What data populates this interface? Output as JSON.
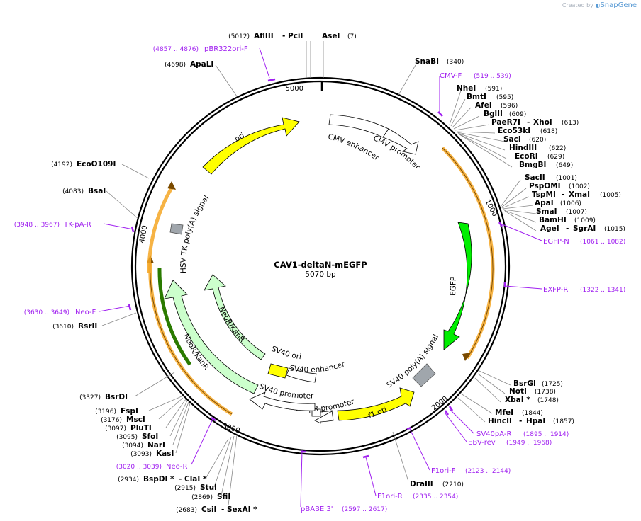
{
  "credit": {
    "prefix": "Created by",
    "brand": "SnapGene"
  },
  "plasmid": {
    "name": "CAV1-deltaN-mEGFP",
    "size_label": "5070 bp",
    "length": 5070
  },
  "ticks": [
    "1000",
    "2000",
    "3000",
    "4000",
    "5000"
  ],
  "enzymes": [
    {
      "name": "AflIII",
      "name2": "PciI",
      "pos": "(5012)"
    },
    {
      "name": "AseI",
      "pos": "(7)"
    },
    {
      "name": "SnaBI",
      "pos": "(340)"
    },
    {
      "name": "NheI",
      "pos": "(591)"
    },
    {
      "name": "BmtI",
      "pos": "(595)"
    },
    {
      "name": "AfeI",
      "pos": "(596)"
    },
    {
      "name": "BglII",
      "pos": "(609)"
    },
    {
      "name": "PaeR7I",
      "name2": "XhoI",
      "pos": "(613)"
    },
    {
      "name": "Eco53kI",
      "pos": "(618)"
    },
    {
      "name": "SacI",
      "pos": "(620)"
    },
    {
      "name": "HindIII",
      "pos": "(622)"
    },
    {
      "name": "EcoRI",
      "pos": "(629)"
    },
    {
      "name": "BmgBI",
      "pos": "(649)"
    },
    {
      "name": "SacII",
      "pos": "(1001)"
    },
    {
      "name": "PspOMI",
      "pos": "(1002)"
    },
    {
      "name": "TspMI",
      "name2": "XmaI",
      "pos": "(1005)"
    },
    {
      "name": "ApaI",
      "pos": "(1006)"
    },
    {
      "name": "SmaI",
      "pos": "(1007)"
    },
    {
      "name": "BamHI",
      "pos": "(1009)"
    },
    {
      "name": "AgeI",
      "name2": "SgrAI",
      "pos": "(1015)"
    },
    {
      "name": "BsrGI",
      "pos": "(1725)"
    },
    {
      "name": "NotI",
      "pos": "(1738)"
    },
    {
      "name": "XbaI *",
      "pos": "(1748)"
    },
    {
      "name": "MfeI",
      "pos": "(1844)"
    },
    {
      "name": "HincII",
      "name2": "HpaI",
      "pos": "(1857)"
    },
    {
      "name": "DraIII",
      "pos": "(2210)"
    },
    {
      "name": "CsiI",
      "name2": "SexAI *",
      "pos": "(2683)"
    },
    {
      "name": "SfiI",
      "pos": "(2869)"
    },
    {
      "name": "StuI",
      "pos": "(2915)"
    },
    {
      "name": "BspDI *",
      "name2": "ClaI *",
      "pos": "(2934)"
    },
    {
      "name": "KasI",
      "pos": "(3093)"
    },
    {
      "name": "NarI",
      "pos": "(3094)"
    },
    {
      "name": "SfoI",
      "pos": "(3095)"
    },
    {
      "name": "PluTI",
      "pos": "(3097)"
    },
    {
      "name": "MscI",
      "pos": "(3176)"
    },
    {
      "name": "FspI",
      "pos": "(3196)"
    },
    {
      "name": "BsrDI",
      "pos": "(3327)"
    },
    {
      "name": "RsrII",
      "pos": "(3610)"
    },
    {
      "name": "BsaI",
      "pos": "(4083)"
    },
    {
      "name": "EcoO109I",
      "pos": "(4192)"
    },
    {
      "name": "ApaLI",
      "pos": "(4698)"
    }
  ],
  "primers": [
    {
      "name": "pBR322ori-F",
      "range": "(4857 .. 4876)"
    },
    {
      "name": "CMV-F",
      "range": "(519 .. 539)"
    },
    {
      "name": "EGFP-N",
      "range": "(1061 .. 1082)"
    },
    {
      "name": "EXFP-R",
      "range": "(1322 .. 1341)"
    },
    {
      "name": "SV40pA-R",
      "range": "(1895 .. 1914)"
    },
    {
      "name": "EBV-rev",
      "range": "(1949 .. 1968)"
    },
    {
      "name": "F1ori-F",
      "range": "(2123 .. 2144)"
    },
    {
      "name": "F1ori-R",
      "range": "(2335 .. 2354)"
    },
    {
      "name": "pBABE 3'",
      "range": "(2597 .. 2617)"
    },
    {
      "name": "Neo-R",
      "range": "(3020 .. 3039)"
    },
    {
      "name": "Neo-F",
      "range": "(3630 .. 3649)"
    },
    {
      "name": "TK-pA-R",
      "range": "(3948 .. 3967)"
    }
  ],
  "features": {
    "ori": "ori",
    "cmv_enhancer": "CMV enhancer",
    "cmv_promoter": "CMV promoter",
    "egfp": "EGFP",
    "sv40_polya": "SV40 poly(A) signal",
    "f1_ori": "f1 ori",
    "ampr_promoter": "AmpR promoter",
    "sv40_promoter": "SV40 promoter",
    "sv40_enhancer": "SV40 enhancer",
    "sv40_ori": "SV40 ori",
    "neokan_inner": "NeoR/KanR",
    "neokan_outer": "NeoR/KanR",
    "hsv_tk": "HSV TK poly(A) signal"
  },
  "colors": {
    "ori": "#ffff00",
    "egfp": "#00ee00",
    "neo": "#ccffcc",
    "orf": "#f5a623",
    "primer": "#a020f0",
    "grey": "#a0a6ac"
  }
}
